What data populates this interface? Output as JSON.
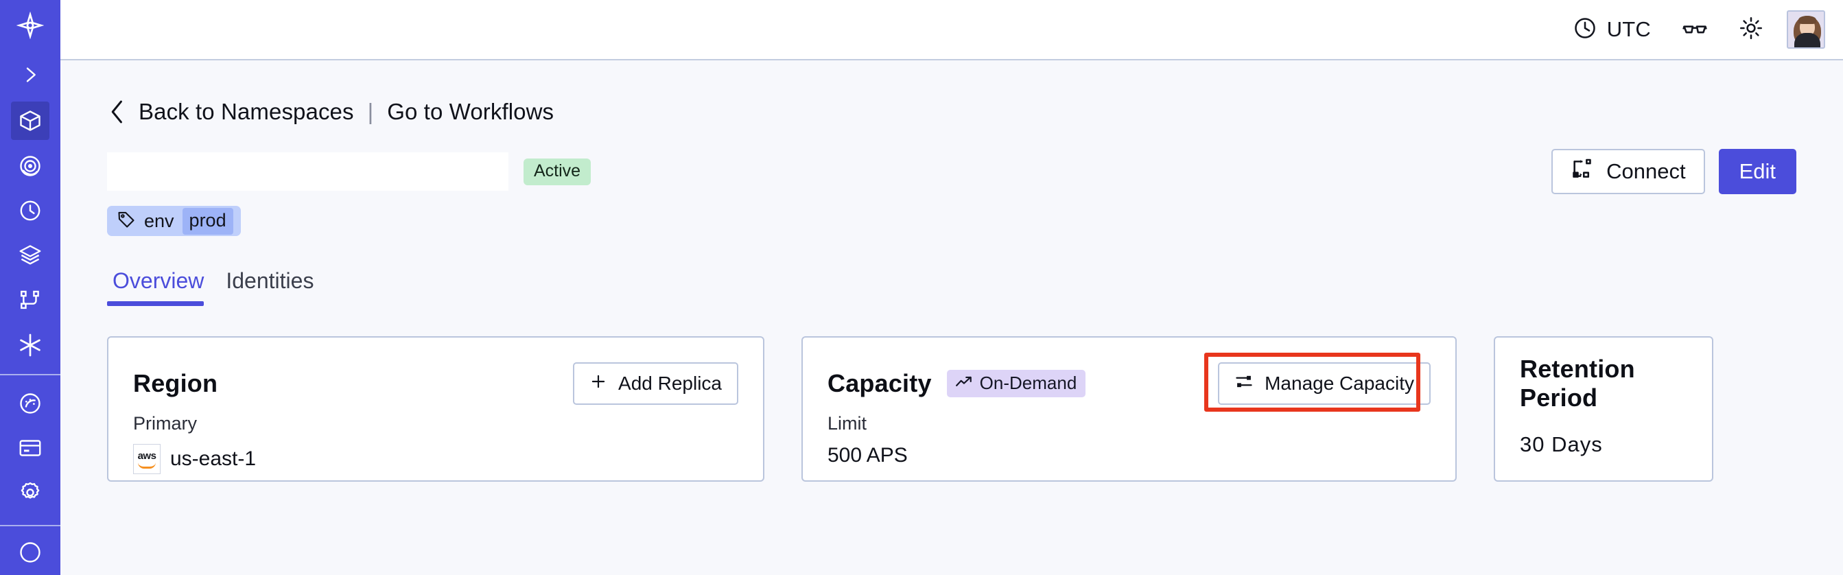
{
  "sidebar": {
    "items": [
      {
        "name": "logo",
        "icon": "temporal-logo-icon",
        "active": false
      },
      {
        "name": "expand",
        "icon": "chevron-right-icon",
        "active": false
      },
      {
        "name": "namespaces",
        "icon": "cube-icon",
        "active": true
      },
      {
        "name": "observability",
        "icon": "eye-target-icon",
        "active": false
      },
      {
        "name": "history",
        "icon": "clock-rewind-icon",
        "active": false
      },
      {
        "name": "layers",
        "icon": "layers-stack-icon",
        "active": false
      },
      {
        "name": "workflows",
        "icon": "branch-nodes-icon",
        "active": false
      },
      {
        "name": "integrations",
        "icon": "asterisk-icon",
        "active": false
      },
      {
        "name": "usage",
        "icon": "gauge-icon",
        "active": false
      },
      {
        "name": "billing",
        "icon": "credit-card-icon",
        "active": false
      },
      {
        "name": "settings",
        "icon": "gear-icon",
        "active": false
      },
      {
        "name": "help",
        "icon": "help-circle-icon",
        "active": false
      }
    ]
  },
  "topbar": {
    "timezone_label": "UTC",
    "timezone_icon": "clock-icon",
    "glasses_icon": "glasses-icon",
    "theme_icon": "sun-icon",
    "avatar_icon": "user-avatar"
  },
  "breadcrumb": {
    "back_icon": "chevron-left-icon",
    "back_label": "Back to Namespaces",
    "separator": "|",
    "forward_label": "Go to Workflows"
  },
  "header": {
    "namespace_name": "",
    "status_badge": "Active",
    "tag": {
      "icon": "tag-icon",
      "key": "env",
      "value": "prod"
    },
    "connect_label": "Connect",
    "connect_icon": "connect-flow-icon",
    "edit_label": "Edit"
  },
  "tabs": [
    {
      "label": "Overview",
      "active": true
    },
    {
      "label": "Identities",
      "active": false
    }
  ],
  "cards": {
    "region": {
      "title": "Region",
      "action_label": "Add Replica",
      "action_icon": "plus-icon",
      "sub_label": "Primary",
      "provider_icon": "aws-logo",
      "provider_text": "aws",
      "value": "us-east-1"
    },
    "capacity": {
      "title": "Capacity",
      "badge_label": "On-Demand",
      "badge_icon": "trending-up-icon",
      "action_label": "Manage Capacity",
      "action_icon": "sliders-icon",
      "sub_label": "Limit",
      "value": "500 APS"
    },
    "retention": {
      "title": "Retention Period",
      "value": "30 Days"
    }
  },
  "annotation": {
    "color": "#e8361d",
    "target": "manage-capacity-button"
  },
  "colors": {
    "sidebar": "#4b4ddb",
    "sidebar_active": "#3c3fb8",
    "accent": "#4b4ddb",
    "page_bg": "#f7f8fc",
    "card_bg": "#ffffff",
    "card_border": "#bac5dd",
    "badge_active_bg": "#c2eccd",
    "badge_ondemand_bg": "#ddd4f7",
    "tag_bg": "#bfcffb",
    "tag_value_bg": "#9db3f7",
    "annotation_red": "#e8361d"
  }
}
